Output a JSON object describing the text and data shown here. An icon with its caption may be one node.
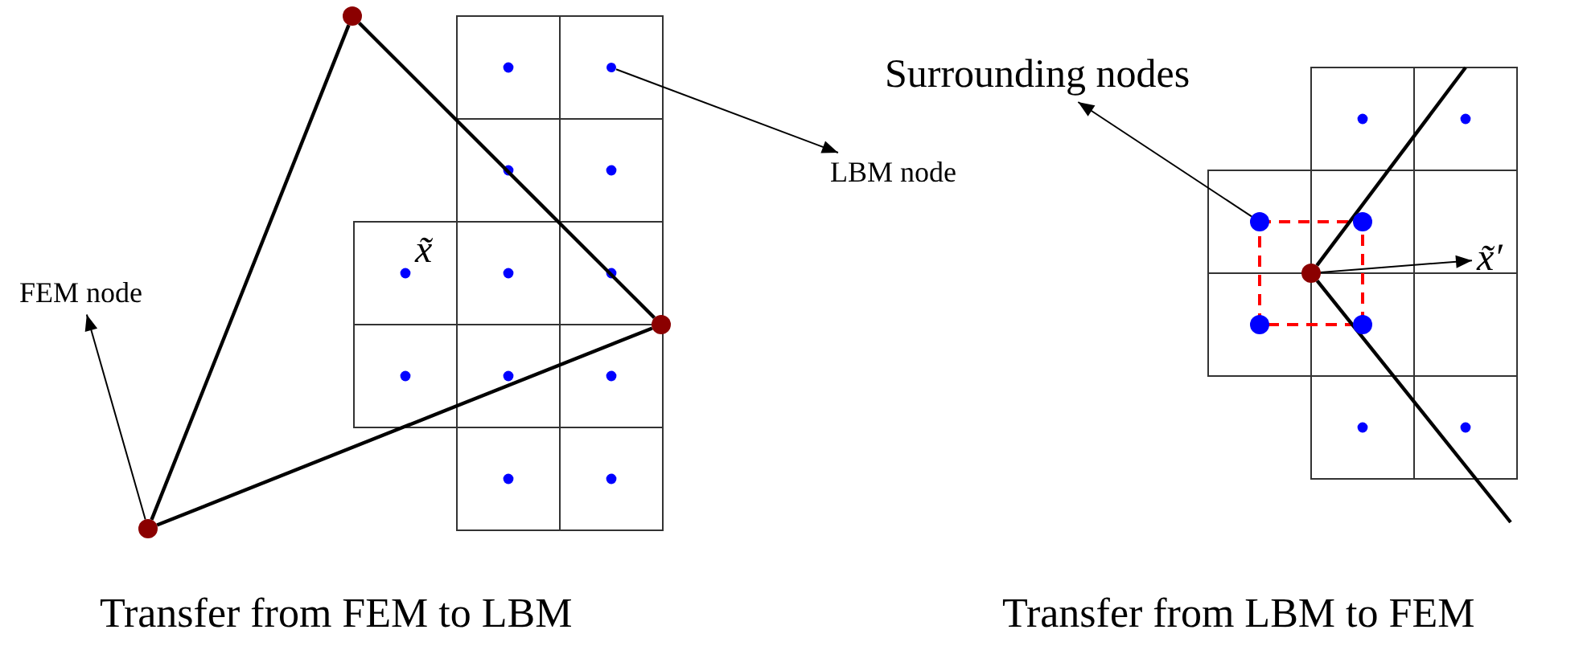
{
  "diagram": {
    "nodes": [
      {
        "text": [
          "FEM node"
        ]
      },
      {
        "text": [
          "LBM node"
        ]
      },
      {
        "text": [
          "Surrounding nodes"
        ]
      },
      {
        "text": [
          "x̃′"
        ]
      },
      {
        "text": [],
        "shape": "circle"
      },
      {
        "text": [],
        "shape": "circle"
      },
      {
        "text": [],
        "shape": "circle"
      },
      {
        "text": [],
        "shape": "circle"
      },
      {
        "text": [],
        "shape": "circle"
      },
      {
        "text": [],
        "shape": "circle"
      },
      {
        "text": [],
        "shape": "circle"
      },
      {
        "text": [],
        "shape": "circle"
      },
      {
        "text": [],
        "shape": "circle"
      }
    ],
    "edges": [
      {
        "from": 4,
        "to": 5,
        "arrow": "none"
      },
      {
        "from": 5,
        "to": 6,
        "arrow": "none"
      },
      {
        "from": 6,
        "to": 4,
        "arrow": "none"
      },
      {
        "from": 6,
        "to": 0,
        "arrow": "to"
      },
      {
        "from": 7,
        "to": 1,
        "arrow": "to"
      },
      {
        "from": 8,
        "to": 2,
        "arrow": "to"
      },
      {
        "from": 12,
        "to": 3,
        "arrow": "to"
      },
      {
        "from": 12,
        "to": null,
        "arrow": "none"
      },
      {
        "from": 12,
        "to": null,
        "arrow": "none"
      }
    ],
    "labels": [
      "x̃",
      "Transfer from FEM to LBM",
      "Transfer from LBM to FEM"
    ]
  }
}
